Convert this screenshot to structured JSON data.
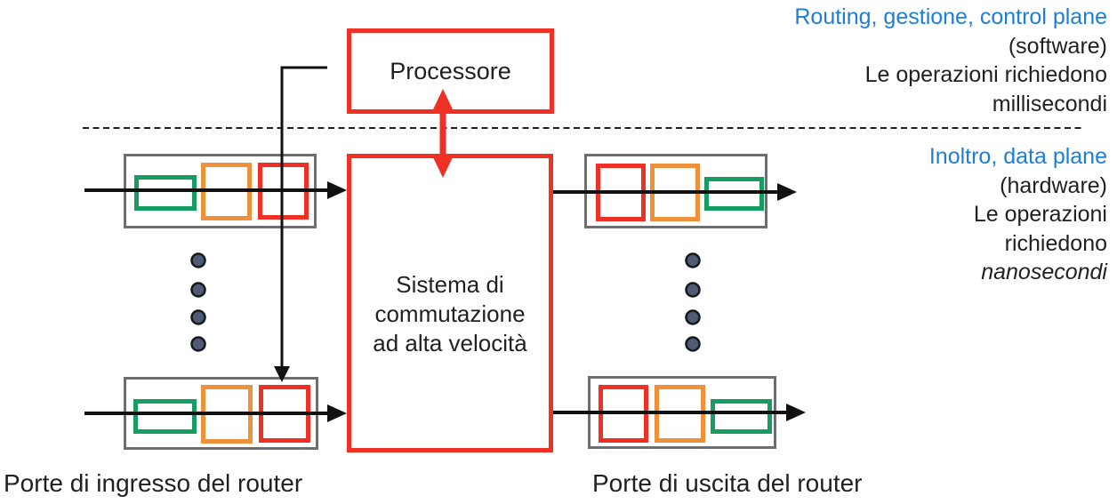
{
  "processor": {
    "label": "Processore"
  },
  "switch": {
    "line1": "Sistema di",
    "line2": "commutazione",
    "line3": "ad alta velocità"
  },
  "control_plane_note": {
    "line1": "Routing, gestione, control plane",
    "line2": "(software)",
    "line3": "Le operazioni richiedono",
    "line4": "millisecondi"
  },
  "data_plane_note": {
    "line1": "Inoltro, data plane",
    "line2": "(hardware)",
    "line3": "Le operazioni",
    "line4": "richiedono",
    "line5": "nanosecondi"
  },
  "captions": {
    "input_ports": "Porte di ingresso del router",
    "output_ports": "Porte di uscita del router"
  },
  "colors": {
    "accent_red": "#ee3124",
    "packet_orange": "#ef913a",
    "packet_green": "#179c61",
    "port_gray": "#6d6e71",
    "note_blue": "#1d7ed9",
    "dot_fill": "#4d5c74",
    "text_black": "#231f20"
  }
}
